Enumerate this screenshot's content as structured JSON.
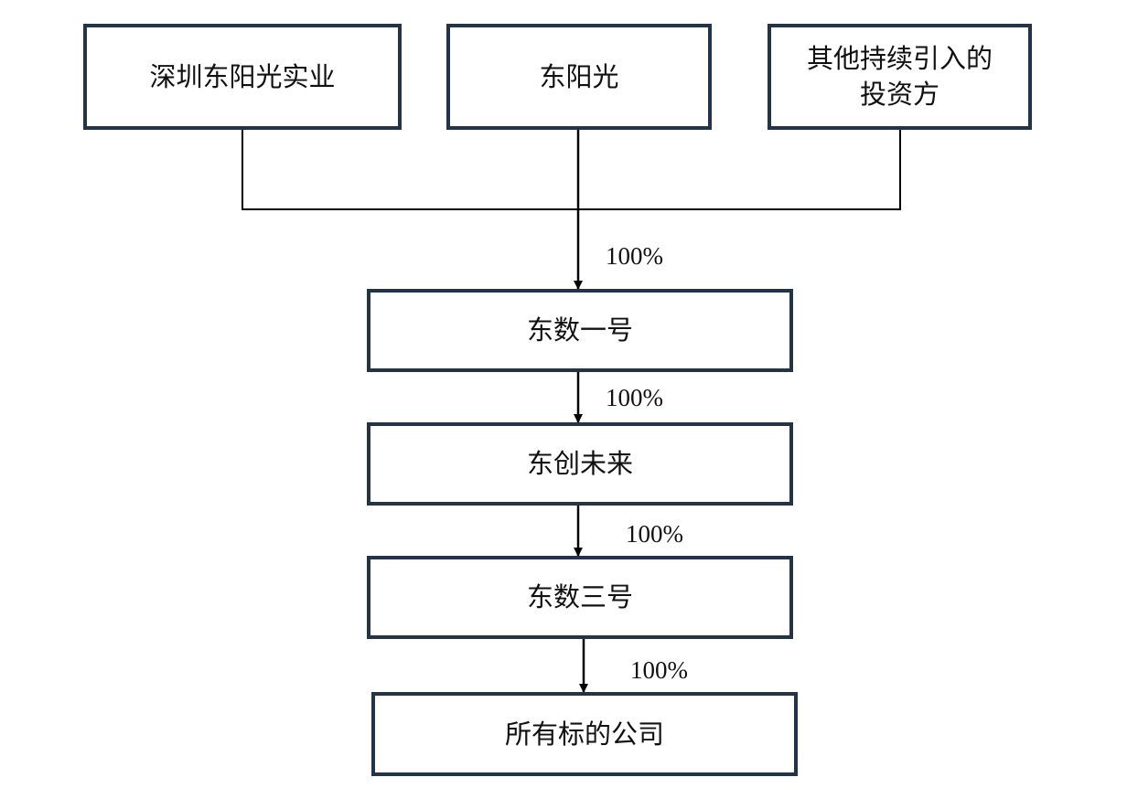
{
  "diagram": {
    "nodes": {
      "shenzhen_dongyangguang_shiye": "深圳东阳光实业",
      "dongyangguang": "东阳光",
      "other_investors": "其他持续引入的\n投资方",
      "dongshu_yihao": "东数一号",
      "dongchuang_weilai": "东创未来",
      "dongshu_sanhao": "东数三号",
      "target_companies": "所有标的公司"
    },
    "edges": [
      {
        "from": [
          "shenzhen_dongyangguang_shiye",
          "dongyangguang",
          "other_investors"
        ],
        "to": "dongshu_yihao",
        "label": "100%"
      },
      {
        "from": "dongshu_yihao",
        "to": "dongchuang_weilai",
        "label": "100%"
      },
      {
        "from": "dongchuang_weilai",
        "to": "dongshu_sanhao",
        "label": "100%"
      },
      {
        "from": "dongshu_sanhao",
        "to": "target_companies",
        "label": "100%"
      }
    ],
    "colors": {
      "box_border": "#233448",
      "connector": "#000000"
    }
  }
}
